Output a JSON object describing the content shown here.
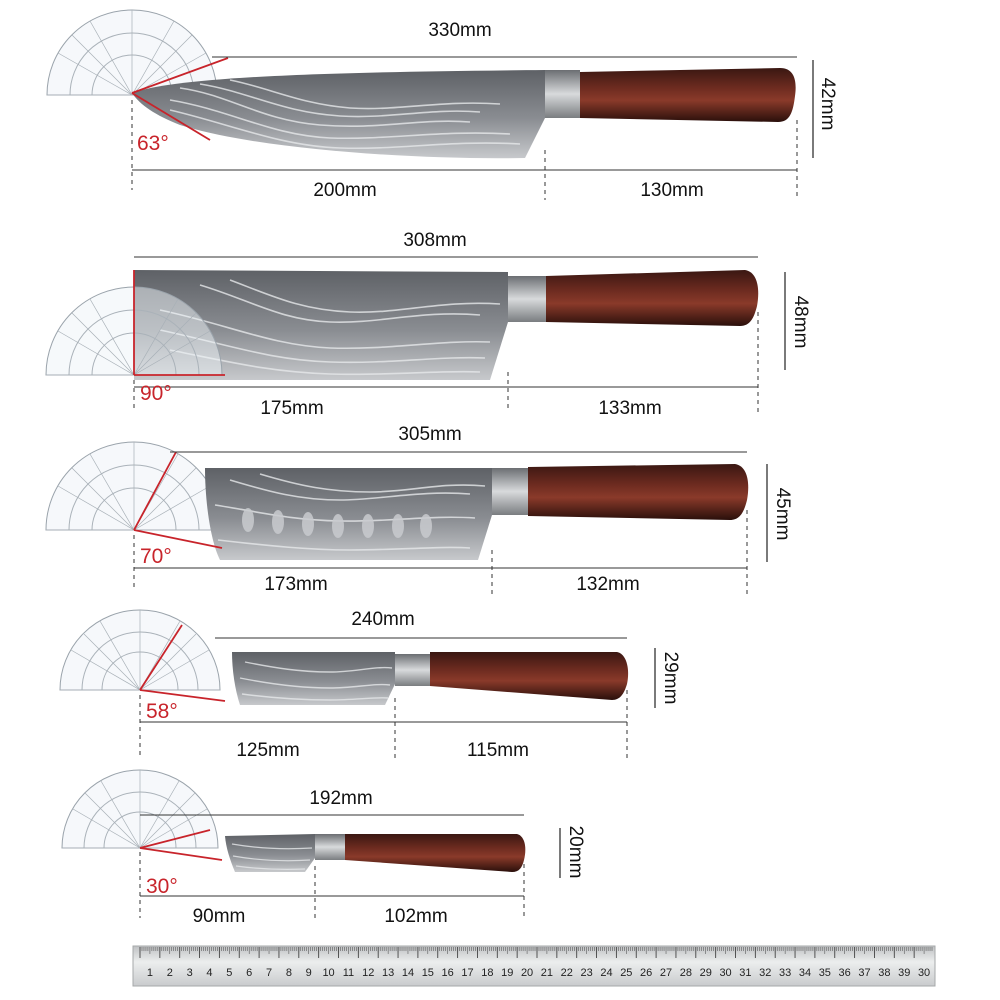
{
  "accent_color": "#c8242b",
  "knives": [
    {
      "name": "chef-knife",
      "total_length": "330mm",
      "blade_length": "200mm",
      "handle_length": "130mm",
      "blade_width": "42mm",
      "edge_angle": "63°"
    },
    {
      "name": "cleaver",
      "total_length": "308mm",
      "blade_length": "175mm",
      "handle_length": "133mm",
      "blade_width": "48mm",
      "edge_angle": "90°"
    },
    {
      "name": "santoku",
      "total_length": "305mm",
      "blade_length": "173mm",
      "handle_length": "132mm",
      "blade_width": "45mm",
      "edge_angle": "70°"
    },
    {
      "name": "utility-knife",
      "total_length": "240mm",
      "blade_length": "125mm",
      "handle_length": "115mm",
      "blade_width": "29mm",
      "edge_angle": "58°"
    },
    {
      "name": "paring-knife",
      "total_length": "192mm",
      "blade_length": "90mm",
      "handle_length": "102mm",
      "blade_width": "20mm",
      "edge_angle": "30°"
    }
  ],
  "ruler": {
    "unit": "cm",
    "labels": [
      "1",
      "2",
      "3",
      "4",
      "5",
      "6",
      "7",
      "8",
      "9",
      "10",
      "11",
      "12",
      "13",
      "14",
      "15",
      "16",
      "17",
      "18",
      "19",
      "20",
      "21",
      "22",
      "23",
      "24",
      "25",
      "26",
      "27",
      "28",
      "29",
      "30",
      "31",
      "32",
      "33",
      "34",
      "35",
      "36",
      "37",
      "38",
      "39",
      "30"
    ]
  }
}
